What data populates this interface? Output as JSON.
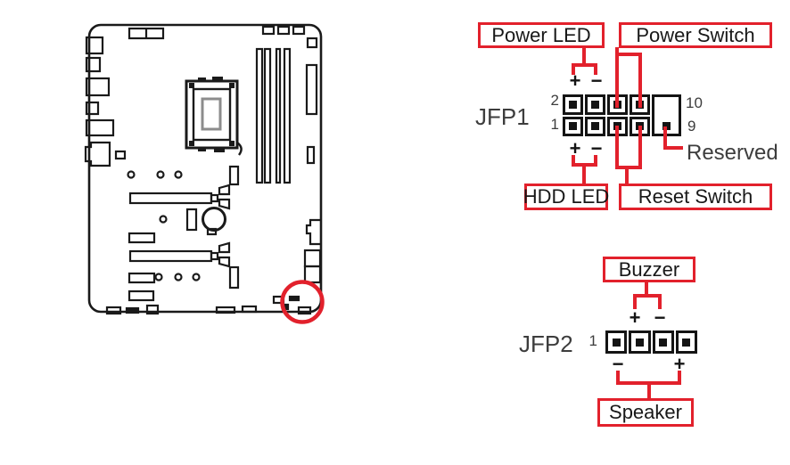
{
  "colors": {
    "accent_red": "#e2212c",
    "line_black": "#1a1a1a",
    "muted_text": "#3d3d3d"
  },
  "jfp1": {
    "label": "JFP1",
    "callouts": {
      "power_led": "Power LED",
      "power_switch": "Power Switch",
      "hdd_led": "HDD LED",
      "reset_switch": "Reset Switch",
      "reserved": "Reserved"
    },
    "pin_numbers": {
      "top_left": "2",
      "bottom_left": "1",
      "top_right": "10",
      "bottom_right": "9"
    },
    "polarity": {
      "plus": "+",
      "minus": "−"
    }
  },
  "jfp2": {
    "label": "JFP2",
    "callouts": {
      "buzzer": "Buzzer",
      "speaker": "Speaker"
    },
    "pin_numbers": {
      "first": "1"
    },
    "polarity": {
      "plus": "+",
      "minus": "−"
    }
  }
}
